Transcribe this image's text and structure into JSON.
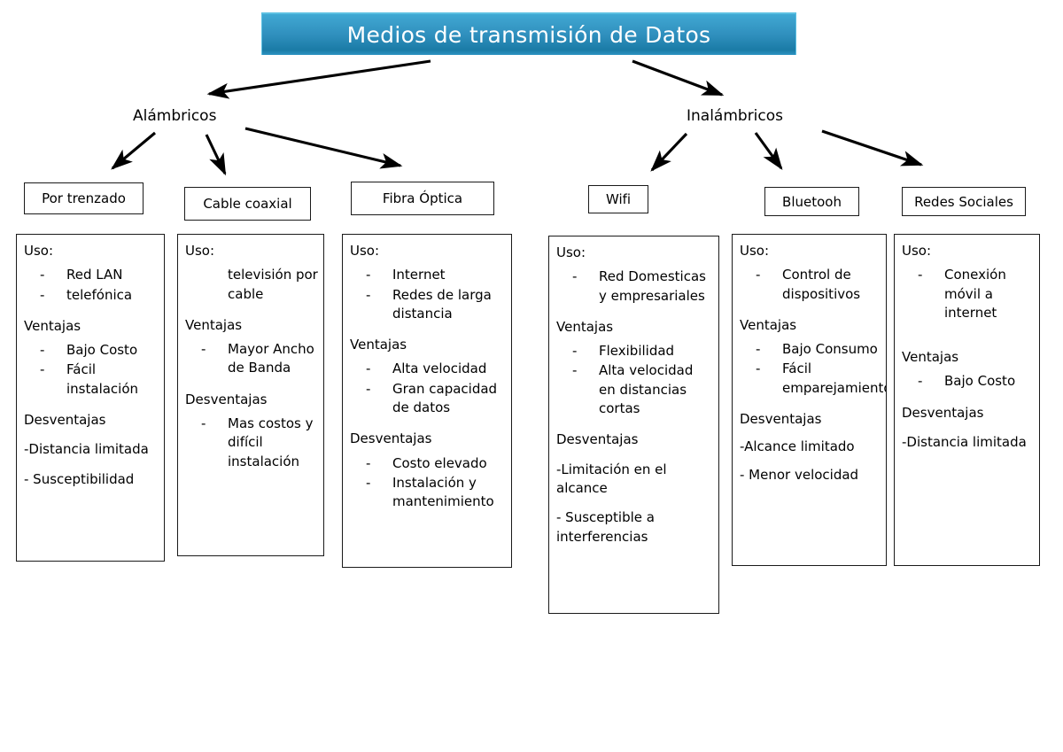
{
  "title": {
    "text": "Medios de transmisión de Datos",
    "bg_top": "#3fa9d4",
    "bg_bottom": "#1a7ba6",
    "text_color": "#ffffff"
  },
  "branches": {
    "left": {
      "label": "Alámbricos"
    },
    "right": {
      "label": "Inalámbricos"
    }
  },
  "nodes": [
    {
      "id": "por-trenzado",
      "label": "Por trenzado"
    },
    {
      "id": "cable-coaxial",
      "label": "Cable coaxial"
    },
    {
      "id": "fibra-optica",
      "label": "Fibra Óptica"
    },
    {
      "id": "wifi",
      "label": "Wifi"
    },
    {
      "id": "bluetooh",
      "label": "Bluetooh"
    },
    {
      "id": "redes-sociales",
      "label": "Redes Sociales"
    }
  ],
  "headings": {
    "uso": "Uso:",
    "ventajas": "Ventajas",
    "desventajas": "Desventajas"
  },
  "details": {
    "por_trenzado": {
      "uso": [
        "Red LAN",
        "telefónica"
      ],
      "ventajas": [
        "Bajo Costo",
        "Fácil instalación"
      ],
      "desventajas_plain": [
        "-Distancia limitada",
        "- Susceptibilidad"
      ]
    },
    "cable_coaxial": {
      "uso_nodash": [
        "televisión por cable"
      ],
      "ventajas": [
        "Mayor Ancho de Banda"
      ],
      "desventajas": [
        "Mas costos y difícil instalación"
      ]
    },
    "fibra_optica": {
      "uso": [
        "Internet",
        "Redes de larga distancia"
      ],
      "ventajas": [
        "Alta velocidad",
        "Gran capacidad de datos"
      ],
      "desventajas": [
        "Costo elevado",
        "Instalación y mantenimiento"
      ]
    },
    "wifi": {
      "uso": [
        "Red Domesticas y empresariales"
      ],
      "ventajas": [
        "Flexibilidad",
        "Alta velocidad en distancias cortas"
      ],
      "desventajas_plain": [
        "-Limitación en el alcance",
        "- Susceptible a interferencias"
      ]
    },
    "bluetooh": {
      "uso": [
        "Control de dispositivos"
      ],
      "ventajas": [
        "Bajo Consumo",
        "Fácil emparejamiento"
      ],
      "desventajas_plain": [
        "-Alcance limitado",
        "- Menor velocidad"
      ]
    },
    "redes_sociales": {
      "uso": [
        "Conexión móvil a internet"
      ],
      "ventajas": [
        "Bajo Costo"
      ],
      "desventajas_plain": [
        "-Distancia limitada"
      ]
    }
  },
  "bullet": {
    "dash": "-"
  }
}
